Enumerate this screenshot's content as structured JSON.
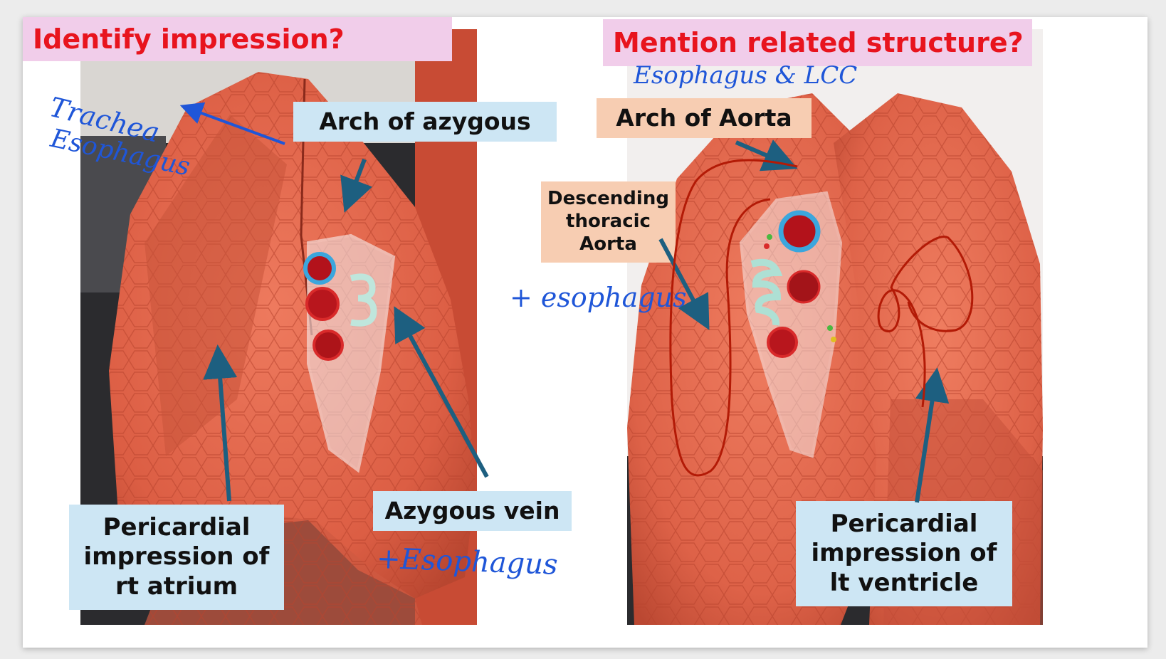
{
  "left_panel": {
    "title": "Identify impression?",
    "labels": {
      "arch_of_azygous": "Arch of azygous",
      "azygous_vein": "Azygous vein",
      "pericardial_rt": "Pericardial impression of rt atrium"
    },
    "handwriting": {
      "trachea": "Trachea",
      "esophagus_top": "Esophagus",
      "esophagus_bottom": "+Esophagus"
    }
  },
  "right_panel": {
    "title": "Mention related structure?",
    "labels": {
      "arch_of_aorta": "Arch of Aorta",
      "descending_aorta": "Descending thoracic Aorta",
      "pericardial_lt": "Pericardial impression of lt ventricle"
    },
    "handwriting": {
      "esophagus_lcc": "Esophagus & LCC",
      "esophagus_mid": "+ esophagus"
    }
  },
  "colors": {
    "title_bg": "#f1cdea",
    "title_text": "#e8141e",
    "label_blue": "#cde6f4",
    "label_peach": "#f7cdb2",
    "arrow": "#1d5f80",
    "ink_blue": "#1f56d8",
    "ink_red": "#b31a06",
    "lung": "#e06a4f"
  }
}
